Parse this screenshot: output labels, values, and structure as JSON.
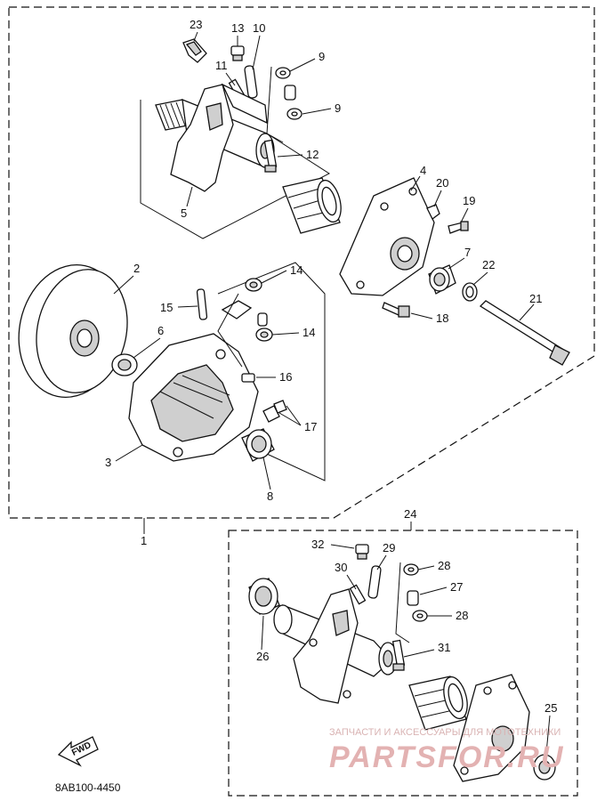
{
  "diagram_code": "8AB100-4450",
  "fwd_label": "FWD",
  "watermark": {
    "line1": "ЗАПЧАСТИ И АКСЕССУАРЫ ДЛЯ МОТОТЕХНИКИ",
    "line2": "PARTSFOR.RU"
  },
  "group_labels": {
    "main": "1",
    "sub": "24"
  },
  "callouts": {
    "p2": "2",
    "p3": "3",
    "p4": "4",
    "p5": "5",
    "p6": "6",
    "p7": "7",
    "p8": "8",
    "p9a": "9",
    "p9b": "9",
    "p10": "10",
    "p11": "11",
    "p12": "12",
    "p13": "13",
    "p14a": "14",
    "p14b": "14",
    "p15": "15",
    "p16": "16",
    "p17": "17",
    "p18": "18",
    "p19": "19",
    "p20": "20",
    "p21": "21",
    "p22": "22",
    "p23": "23",
    "p25": "25",
    "p26": "26",
    "p27": "27",
    "p28a": "28",
    "p28b": "28",
    "p29": "29",
    "p30": "30",
    "p31": "31",
    "p32": "32"
  }
}
